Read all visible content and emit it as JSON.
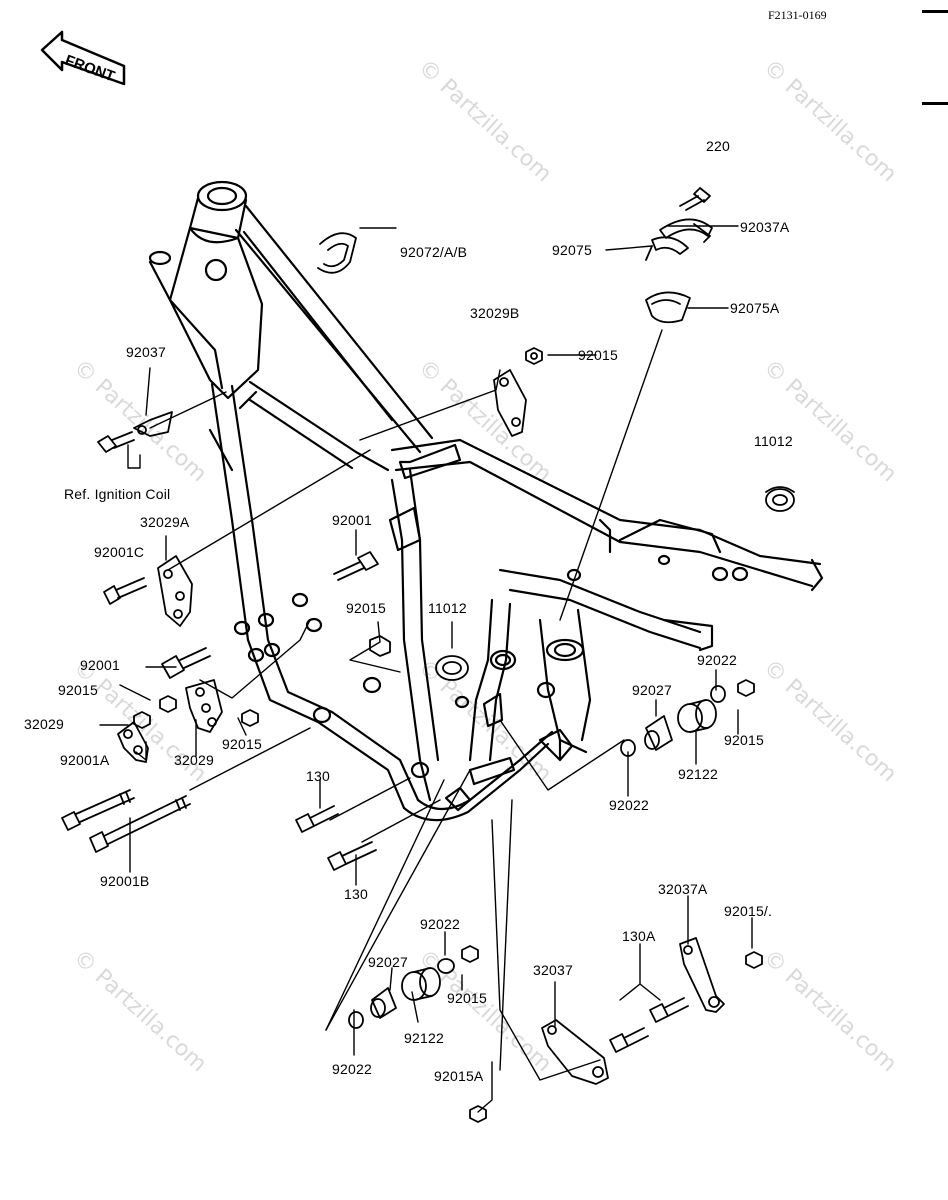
{
  "diagram_code": "F2131-0169",
  "front_arrow_label": "FRONT",
  "watermark": "© Partzilla.com",
  "note": "Ref. Ignition Coil",
  "labels": {
    "p220": "220",
    "p92037A": "92037A",
    "p92075": "92075",
    "p92072AB": "92072/A/B",
    "p92075A": "92075A",
    "p32029B": "32029B",
    "p92015_top": "92015",
    "p92037": "92037",
    "p11012_right": "11012",
    "p32029A": "32029A",
    "p92001_mid": "92001",
    "p92001C": "92001C",
    "p92015_mid": "92015",
    "p11012_mid": "11012",
    "p92001_left": "92001",
    "p92015_left": "92015",
    "p32029_left": "32029",
    "p32029_center": "32029",
    "p92015_center": "92015",
    "p92001A": "92001A",
    "p92001B": "92001B",
    "p130_upper": "130",
    "p130_lower": "130",
    "p92022_right_top": "92022",
    "p92027_right": "92027",
    "p92015_right": "92015",
    "p92122_right": "92122",
    "p92022_right_bottom": "92022",
    "p32037A": "32037A",
    "p92015_cut": "92015/.",
    "p130A": "130A",
    "p32037": "32037",
    "p92022_bottom_top": "92022",
    "p92027_bottom": "92027",
    "p92015_bottom": "92015",
    "p92122_bottom": "92122",
    "p92022_bottom_left": "92022",
    "p92015A": "92015A"
  }
}
